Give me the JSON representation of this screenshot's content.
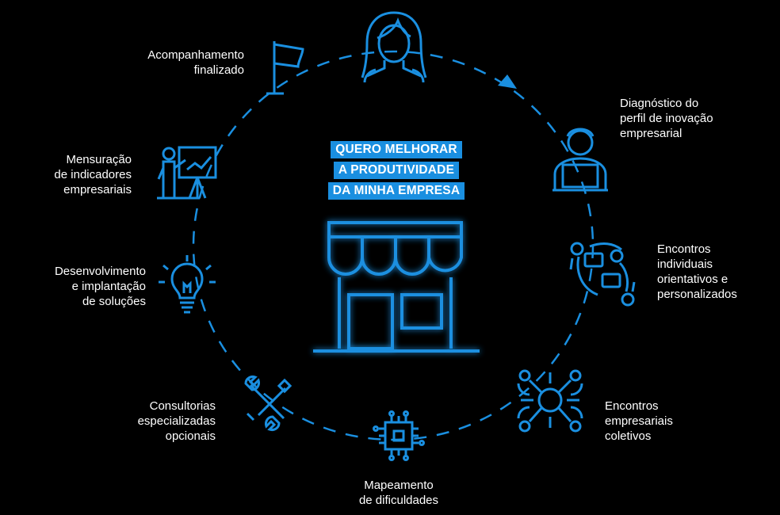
{
  "headline": {
    "line1": "QUERO MELHORAR",
    "line2": "A PRODUTIVIDADE",
    "line3": "DA MINHA EMPRESA"
  },
  "steps": [
    {
      "icon": "woman-icon",
      "label": ""
    },
    {
      "icon": "person-laptop-icon",
      "label": "Diagnóstico do\nperfil de inovação\nempresarial"
    },
    {
      "icon": "conversation-icon",
      "label": "Encontros\nindividuais\norientativos e\npersonalizados"
    },
    {
      "icon": "network-people-icon",
      "label": "Encontros\nempresariais\ncoletivos"
    },
    {
      "icon": "chip-icon",
      "label": "Mapeamento\nde dificuldades"
    },
    {
      "icon": "tools-icon",
      "label": "Consultorias\nespecializadas\nopcionais"
    },
    {
      "icon": "lightbulb-icon",
      "label": "Desenvolvimento\ne implantação\nde soluções"
    },
    {
      "icon": "presentation-chart-icon",
      "label": "Mensuração\nde indicadores\nempresariais"
    },
    {
      "icon": "flag-icon",
      "label": "Acompanhamento\nfinalizado"
    }
  ],
  "colors": {
    "accent": "#1a8fe0",
    "background": "#000000",
    "text": "#ffffff"
  }
}
